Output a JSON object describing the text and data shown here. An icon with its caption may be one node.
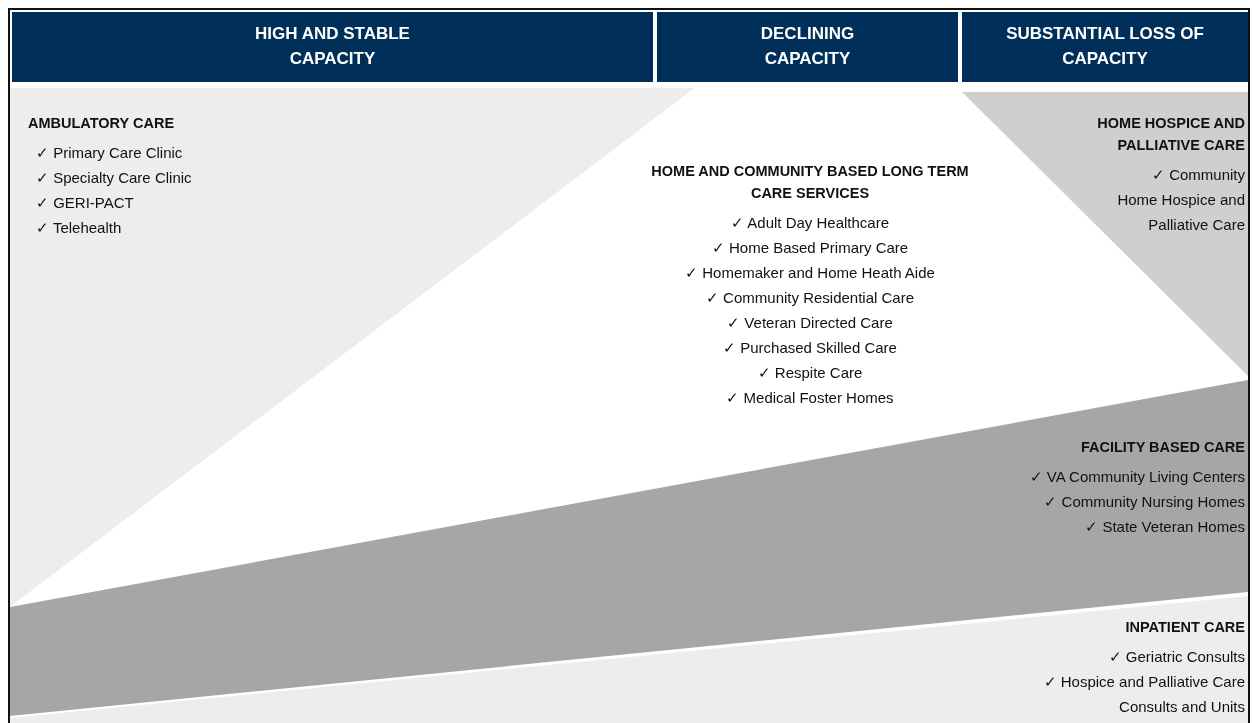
{
  "diagram": {
    "nodes": [
      {
        "text": [
          "HIGH AND STABLE CAPACITY"
        ]
      },
      {
        "text": [
          "DECLINING CAPACITY"
        ]
      },
      {
        "text": [
          "SUBSTANTIAL LOSS OF CAPACITY"
        ]
      },
      {
        "text": [
          "AMBULATORY CARE",
          "✓ Primary Care Clinic",
          "✓ Specialty Care Clinic",
          "✓ GERI-PACT",
          "✓ Telehealth"
        ]
      },
      {
        "text": [
          "HOME AND COMMUNITY BASED LONG TERM CARE SERVICES",
          "✓ Adult Day Healthcare",
          "✓ Home Based Primary Care",
          "✓ Homemaker and Home Heath Aide",
          "✓ Community Residential Care",
          "✓ Veteran Directed Care",
          "✓ Purchased Skilled Care",
          "✓ Respite Care",
          "✓ Medical Foster Homes"
        ]
      },
      {
        "text": [
          "HOME HOSPICE AND PALLIATIVE CARE",
          "✓ Community Home Hospice and Palliative Care"
        ]
      },
      {
        "text": [
          "FACILITY BASED CARE",
          "✓ VA Community Living Centers",
          "✓ Community Nursing Homes",
          "✓ State Veteran Homes"
        ]
      },
      {
        "text": [
          "INPATIENT CARE",
          "✓ Geriatric Consults",
          "✓ Hospice and Palliative Care Consults and Units"
        ]
      }
    ]
  }
}
